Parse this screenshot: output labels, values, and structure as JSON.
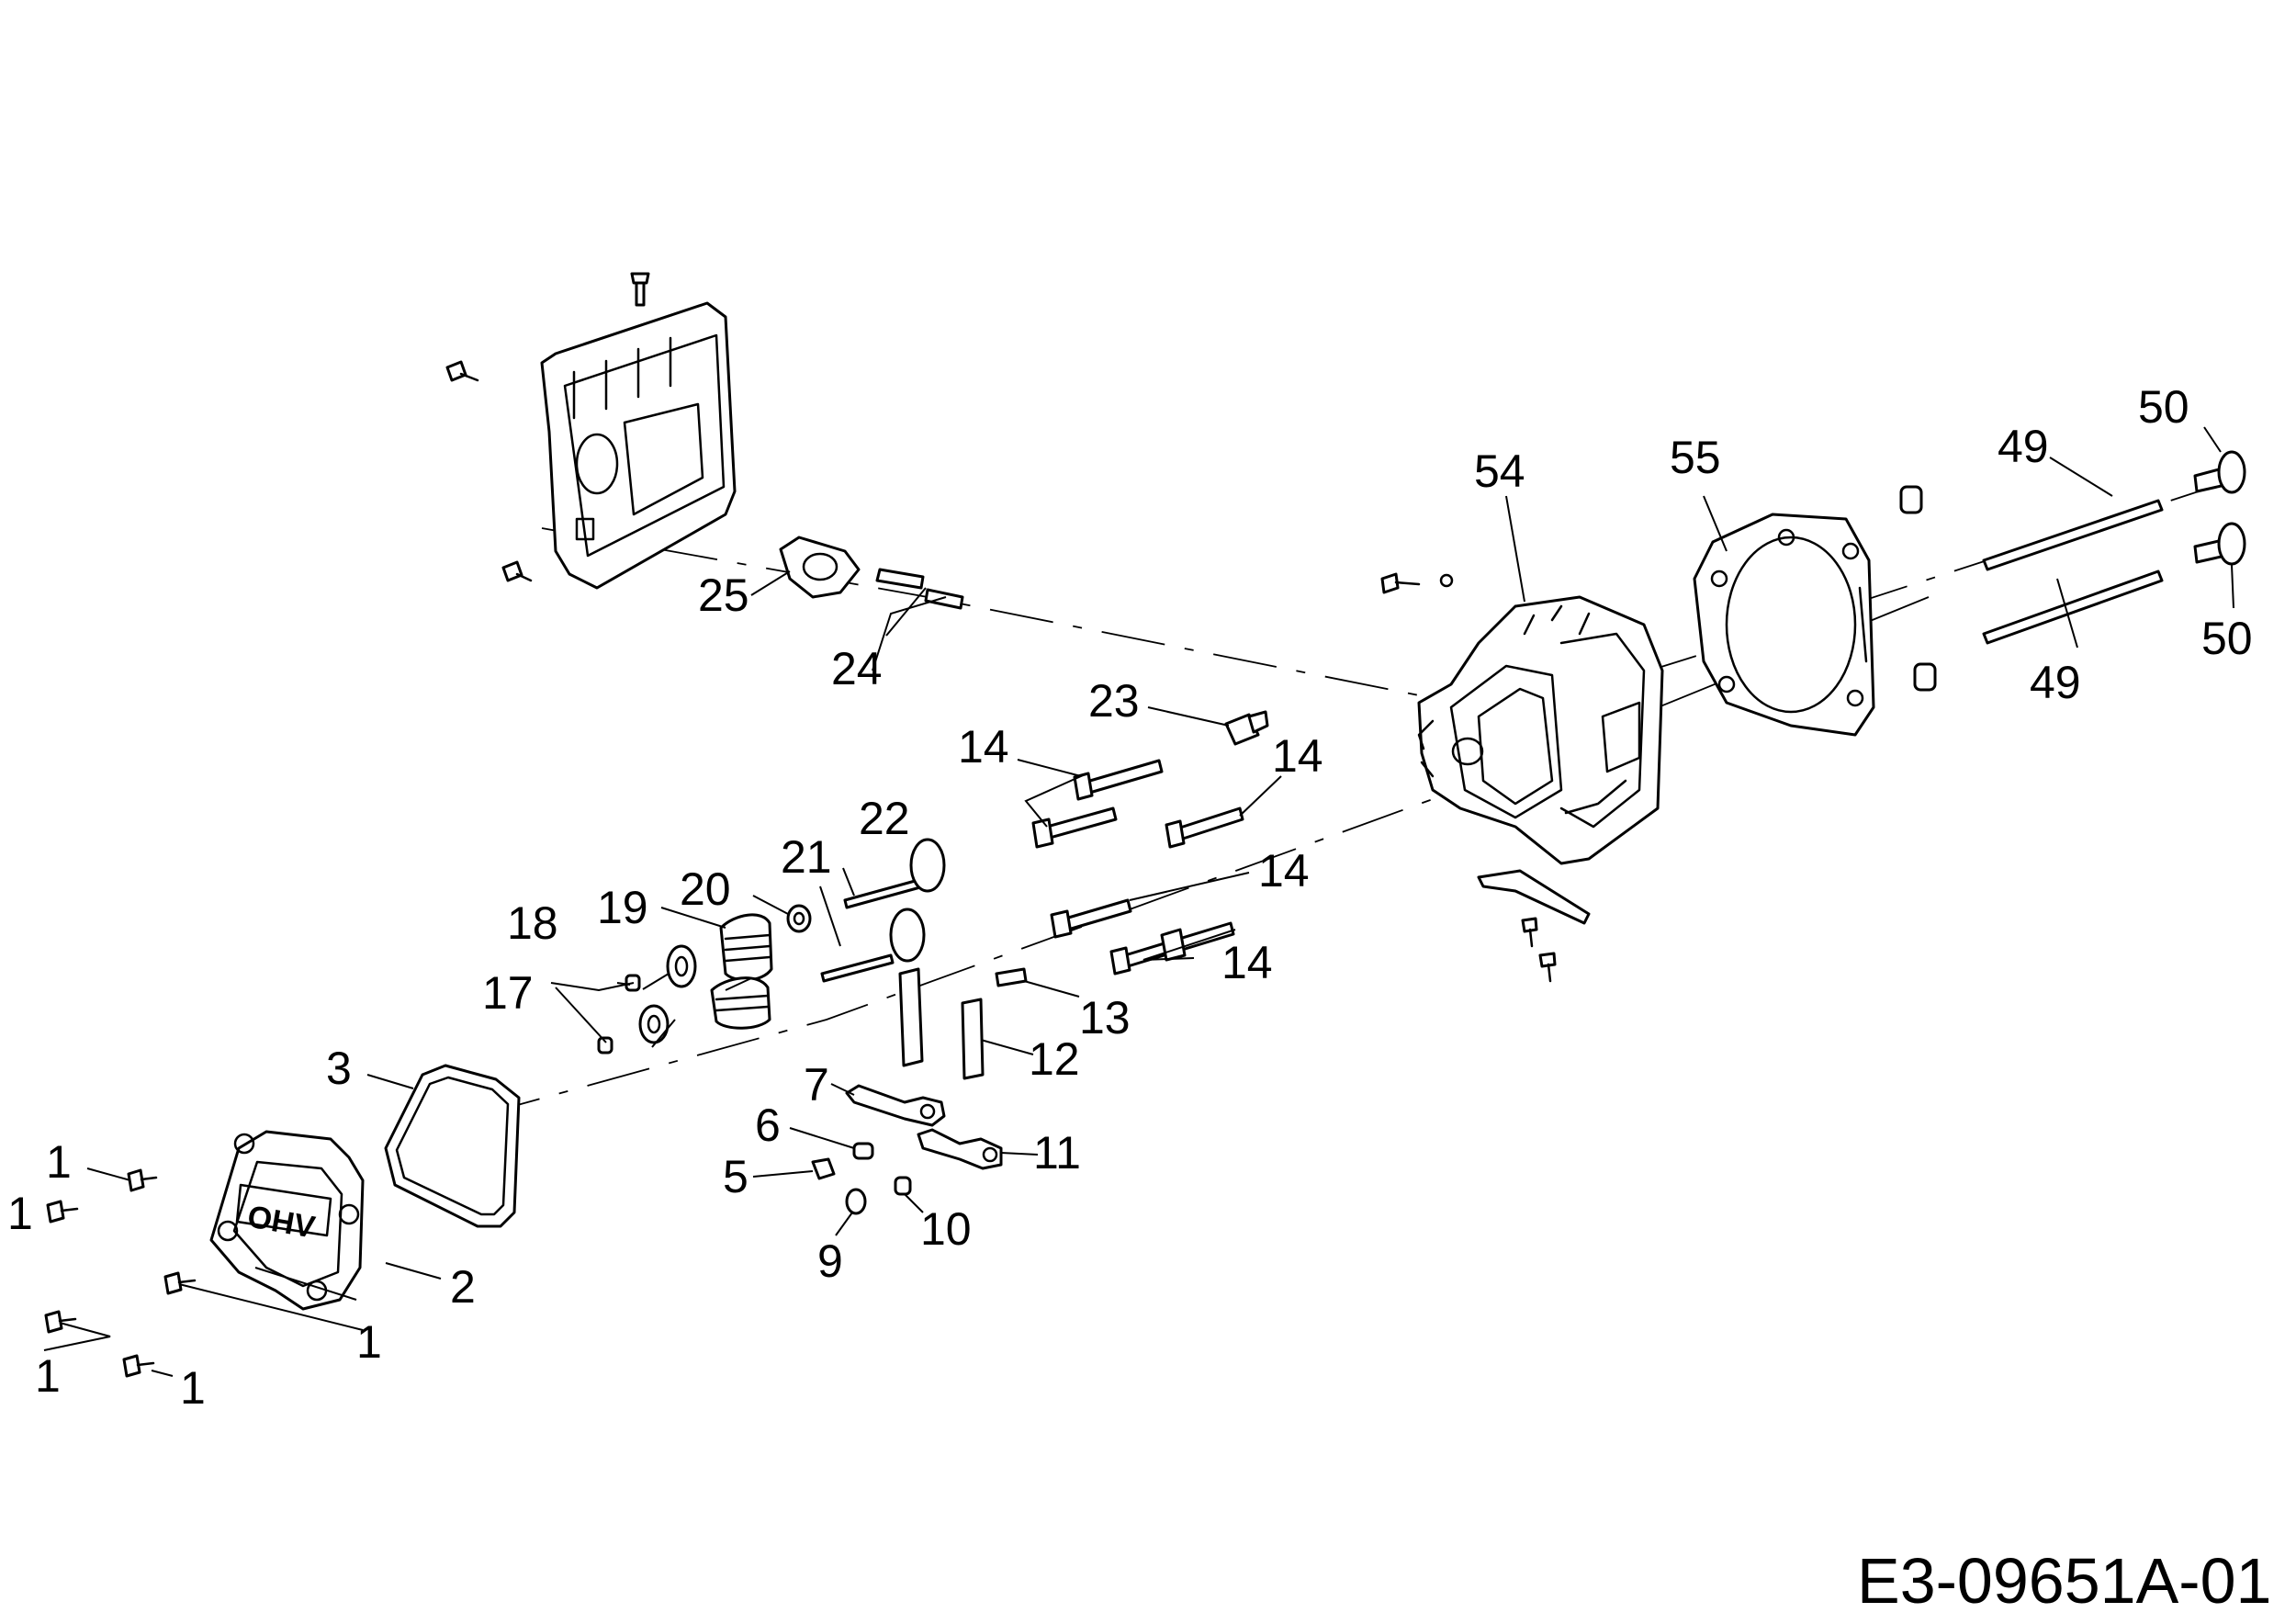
{
  "diagram_id": "E3-09651A-01",
  "part_numbers": {
    "p1": "1",
    "p2": "2",
    "p3": "3",
    "p5": "5",
    "p6": "6",
    "p7": "7",
    "p9": "9",
    "p10": "10",
    "p11": "11",
    "p12": "12",
    "p13": "13",
    "p14": "14",
    "p17": "17",
    "p18": "18",
    "p19": "19",
    "p20": "20",
    "p21": "21",
    "p22": "22",
    "p23": "23",
    "p24": "24",
    "p25": "25",
    "p49": "49",
    "p50": "50",
    "p54": "54",
    "p55": "55"
  },
  "cover_marking": "OHV"
}
